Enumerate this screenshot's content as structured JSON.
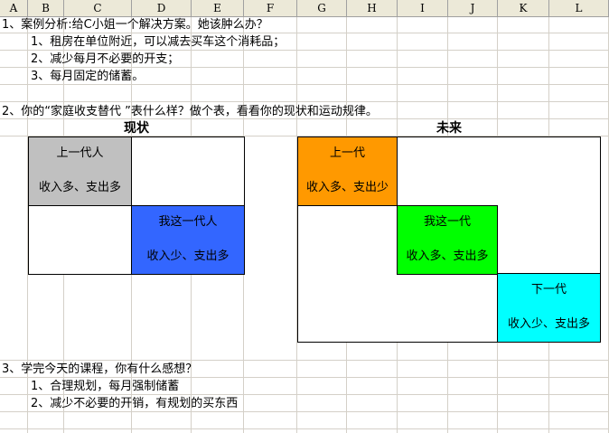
{
  "columns": [
    "A",
    "B",
    "C",
    "D",
    "E",
    "F",
    "G",
    "H",
    "I",
    "J",
    "K",
    "L"
  ],
  "lines": {
    "q1": "1、案例分析:给C小姐一个解决方案。她该肿么办？",
    "q1_a1": "1、租房在单位附近，可以减去买车这个消耗品；",
    "q1_a2": "2、减少每月不必要的开支；",
    "q1_a3": "3、每月固定的储蓄。",
    "q2": "2、你的“家庭收支替代 ”表什么样？做个表，看看你的现状和运动规律。",
    "q3": "3、学完今天的课程，你有什么感想？",
    "q3_a1": "1、合理规划，每月强制储蓄",
    "q3_a2": "2、减少不必要的开销，有规划的买东西"
  },
  "current": {
    "title": "现状",
    "upper_gen": {
      "name": "上一代人",
      "desc": "收入多、支出多",
      "color": "#c0c0c0"
    },
    "my_gen": {
      "name": "我这一代人",
      "desc": "收入少、支出多",
      "color": "#3366ff"
    }
  },
  "future": {
    "title": "未来",
    "upper_gen": {
      "name": "上一代",
      "desc": "收入多、支出少",
      "color": "#ff9900"
    },
    "my_gen": {
      "name": "我这一代",
      "desc": "收入多、支出多",
      "color": "#00ff00"
    },
    "next_gen": {
      "name": "下一代",
      "desc": "收入少、支出多",
      "color": "#00ffff"
    }
  }
}
